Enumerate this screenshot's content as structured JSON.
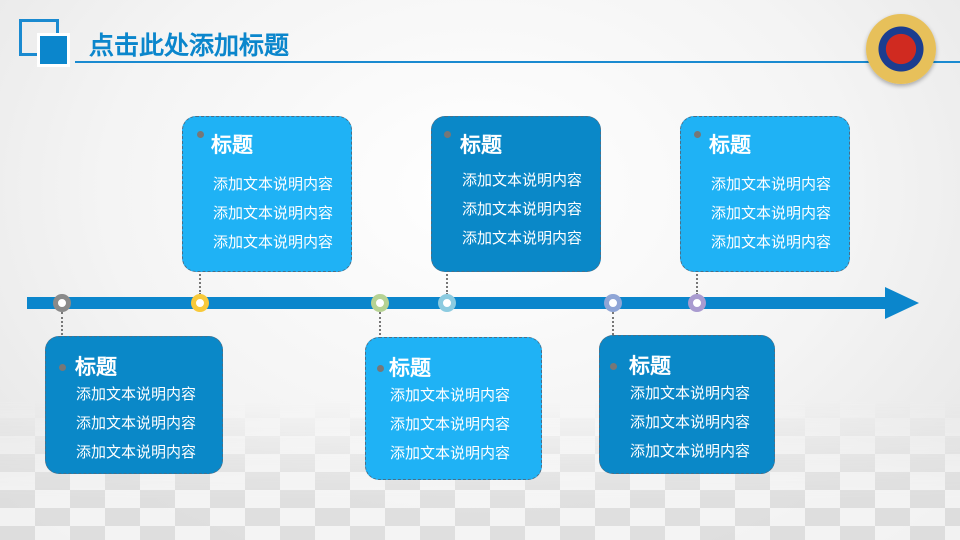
{
  "header": {
    "title": "点击此处添加标题"
  },
  "colors": {
    "accent": "#0b86cc",
    "light_card": "#1fb2f5",
    "dark_card": "#0a88c8"
  },
  "timeline": {
    "nodes": [
      {
        "color": "#8a8a8a"
      },
      {
        "color": "#f8c93a"
      },
      {
        "color": "#b6d293"
      },
      {
        "color": "#8ccbe0"
      },
      {
        "color": "#8fa5d6"
      },
      {
        "color": "#a99bd0"
      }
    ],
    "cards": [
      {
        "title": "标题",
        "lines": [
          "添加文本说明内容",
          "添加文本说明内容",
          "添加文本说明内容"
        ]
      },
      {
        "title": "标题",
        "lines": [
          "添加文本说明内容",
          "添加文本说明内容",
          "添加文本说明内容"
        ]
      },
      {
        "title": "标题",
        "lines": [
          "添加文本说明内容",
          "添加文本说明内容",
          "添加文本说明内容"
        ]
      },
      {
        "title": "标题",
        "lines": [
          "添加文本说明内容",
          "添加文本说明内容",
          "添加文本说明内容"
        ]
      },
      {
        "title": "标题",
        "lines": [
          "添加文本说明内容",
          "添加文本说明内容",
          "添加文本说明内容"
        ]
      },
      {
        "title": "标题",
        "lines": [
          "添加文本说明内容",
          "添加文本说明内容",
          "添加文本说明内容"
        ]
      }
    ]
  }
}
